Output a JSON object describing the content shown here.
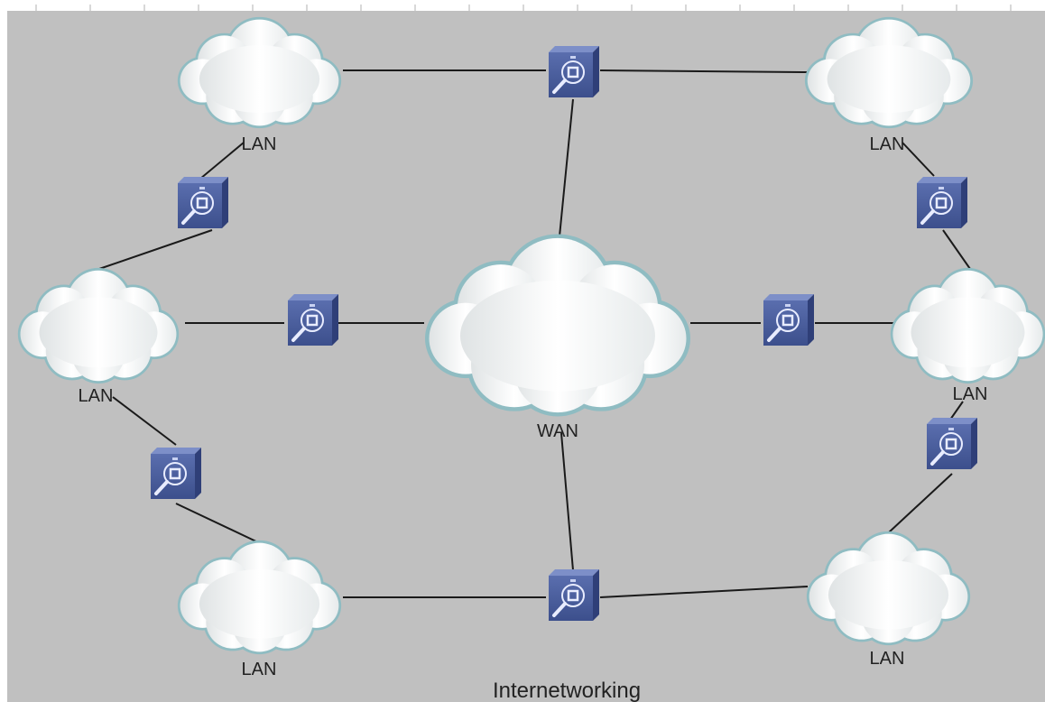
{
  "title": "Internetworking",
  "wan": {
    "label": "WAN"
  },
  "lans": [
    {
      "id": "lan-top-left",
      "label": "LAN"
    },
    {
      "id": "lan-top-right",
      "label": "LAN"
    },
    {
      "id": "lan-mid-left",
      "label": "LAN"
    },
    {
      "id": "lan-mid-right",
      "label": "LAN"
    },
    {
      "id": "lan-bottom-left",
      "label": "LAN"
    },
    {
      "id": "lan-bottom-right",
      "label": "LAN"
    }
  ],
  "devices": [
    {
      "id": "router-top",
      "icon": "router-icon"
    },
    {
      "id": "router-bottom",
      "icon": "router-icon"
    },
    {
      "id": "router-left-upper",
      "icon": "router-icon"
    },
    {
      "id": "router-left-mid",
      "icon": "router-icon"
    },
    {
      "id": "router-left-lower",
      "icon": "router-icon"
    },
    {
      "id": "router-right-upper",
      "icon": "router-icon"
    },
    {
      "id": "router-right-mid",
      "icon": "router-icon"
    },
    {
      "id": "router-right-lower",
      "icon": "router-icon"
    }
  ],
  "colors": {
    "canvas": "#c0c0c0",
    "device": "#4a5d9b",
    "cloud_edge": "#8fbcc2",
    "link": "#1a1a1a"
  }
}
